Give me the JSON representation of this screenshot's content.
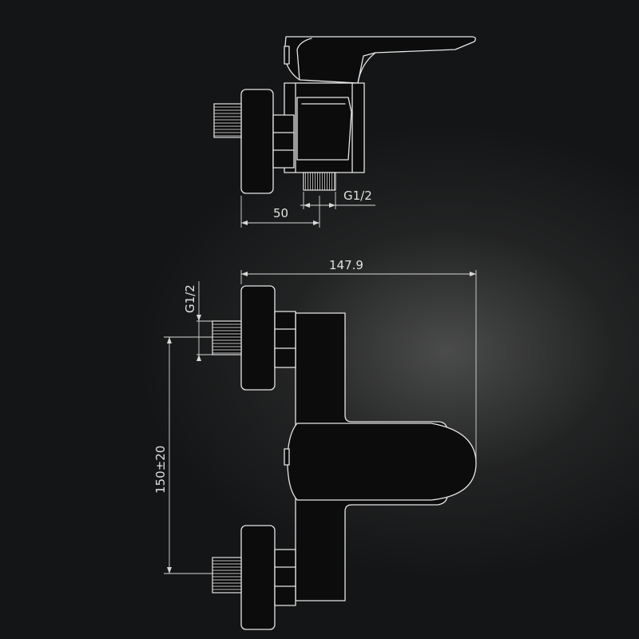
{
  "dimensions": {
    "top_width": "50",
    "top_thread": "G1/2",
    "overall_length": "147.9",
    "side_thread": "G1/2",
    "centers": "150±20"
  }
}
